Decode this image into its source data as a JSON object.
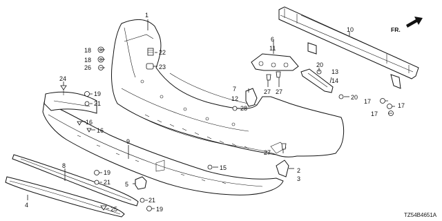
{
  "diagram": {
    "code": "TZ54B4651A",
    "direction_label": "FR."
  },
  "callouts": [
    {
      "id": "c1",
      "label": "1"
    },
    {
      "id": "c2",
      "label": "2"
    },
    {
      "id": "c3",
      "label": "3"
    },
    {
      "id": "c4",
      "label": "4"
    },
    {
      "id": "c5",
      "label": "5"
    },
    {
      "id": "c6",
      "label": "6"
    },
    {
      "id": "c7",
      "label": "7"
    },
    {
      "id": "c8",
      "label": "8"
    },
    {
      "id": "c9",
      "label": "9"
    },
    {
      "id": "c10",
      "label": "10"
    },
    {
      "id": "c11",
      "label": "11"
    },
    {
      "id": "c12",
      "label": "12"
    },
    {
      "id": "c13",
      "label": "13"
    },
    {
      "id": "c14",
      "label": "14"
    },
    {
      "id": "c15",
      "label": "15"
    },
    {
      "id": "c16a",
      "label": "16"
    },
    {
      "id": "c16b",
      "label": "16"
    },
    {
      "id": "c17a",
      "label": "17"
    },
    {
      "id": "c17b",
      "label": "17"
    },
    {
      "id": "c17c",
      "label": "17"
    },
    {
      "id": "c18a",
      "label": "18"
    },
    {
      "id": "c18b",
      "label": "18"
    },
    {
      "id": "c19a",
      "label": "19"
    },
    {
      "id": "c19b",
      "label": "19"
    },
    {
      "id": "c19c",
      "label": "19"
    },
    {
      "id": "c20a",
      "label": "20"
    },
    {
      "id": "c20b",
      "label": "20"
    },
    {
      "id": "c21a",
      "label": "21"
    },
    {
      "id": "c21b",
      "label": "21"
    },
    {
      "id": "c21c",
      "label": "21"
    },
    {
      "id": "c22",
      "label": "22"
    },
    {
      "id": "c23",
      "label": "23"
    },
    {
      "id": "c24",
      "label": "24"
    },
    {
      "id": "c25",
      "label": "25"
    },
    {
      "id": "c26",
      "label": "26"
    },
    {
      "id": "c27a",
      "label": "27"
    },
    {
      "id": "c27b",
      "label": "27"
    },
    {
      "id": "c27c",
      "label": "27"
    },
    {
      "id": "c28",
      "label": "28"
    }
  ]
}
